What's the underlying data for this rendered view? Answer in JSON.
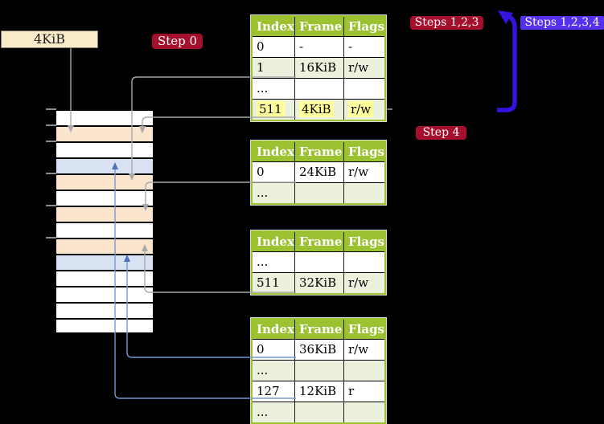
{
  "frame_label": {
    "text": "4KiB"
  },
  "badges": {
    "step0": "Step 0",
    "steps123": "Steps 1,2,3",
    "steps1234": "Steps 1,2,3,4",
    "step4": "Step 4"
  },
  "colors": {
    "green": "#9CC131",
    "rowgreen": "#EBF1DD",
    "yellow": "#FFFF9C",
    "peach": "#FCE5CD",
    "lightblue": "#D9E2F3",
    "badge_red": "#A50F2E",
    "badge_purple": "#5531EE",
    "arrow_thick_blue": "#3512E0",
    "arrow_gray": "#A9A9A9",
    "arrow_thin_blue": "#7A97D0",
    "arrow_thin_blue_head": "#4C71BA",
    "cream": "#FAECC9"
  },
  "memory": {
    "row_fills": [
      "white",
      "peach",
      "white",
      "blue",
      "peach",
      "white",
      "peach",
      "white",
      "peach",
      "blue",
      "white",
      "white",
      "white",
      "white"
    ],
    "tick_boundaries": [
      0,
      1,
      2,
      4,
      6,
      8
    ]
  },
  "tables": [
    {
      "headers": [
        "Index",
        "Frame",
        "Flags"
      ],
      "rows": [
        {
          "cells": [
            "0",
            "-",
            "-"
          ],
          "shaded": false,
          "highlight": false
        },
        {
          "cells": [
            "1",
            "16KiB",
            "r/w"
          ],
          "shaded": true,
          "highlight": false
        },
        {
          "cells": [
            "...",
            "",
            ""
          ],
          "shaded": false,
          "highlight": false
        },
        {
          "cells": [
            "511",
            "4KiB",
            "r/w"
          ],
          "shaded": true,
          "highlight": true
        }
      ]
    },
    {
      "headers": [
        "Index",
        "Frame",
        "Flags"
      ],
      "rows": [
        {
          "cells": [
            "0",
            "24KiB",
            "r/w"
          ],
          "shaded": false,
          "highlight": false
        },
        {
          "cells": [
            "...",
            "",
            ""
          ],
          "shaded": true,
          "highlight": false
        }
      ]
    },
    {
      "headers": [
        "Index",
        "Frame",
        "Flags"
      ],
      "rows": [
        {
          "cells": [
            "...",
            "",
            ""
          ],
          "shaded": false,
          "highlight": false
        },
        {
          "cells": [
            "511",
            "32KiB",
            "r/w"
          ],
          "shaded": true,
          "highlight": false
        }
      ]
    },
    {
      "headers": [
        "Index",
        "Frame",
        "Flags"
      ],
      "rows": [
        {
          "cells": [
            "0",
            "36KiB",
            "r/w"
          ],
          "shaded": false,
          "highlight": false
        },
        {
          "cells": [
            "...",
            "",
            ""
          ],
          "shaded": true,
          "highlight": false
        },
        {
          "cells": [
            "127",
            "12KiB",
            "r"
          ],
          "shaded": false,
          "highlight": false
        },
        {
          "cells": [
            "...",
            "",
            ""
          ],
          "shaded": true,
          "highlight": false
        }
      ]
    }
  ]
}
